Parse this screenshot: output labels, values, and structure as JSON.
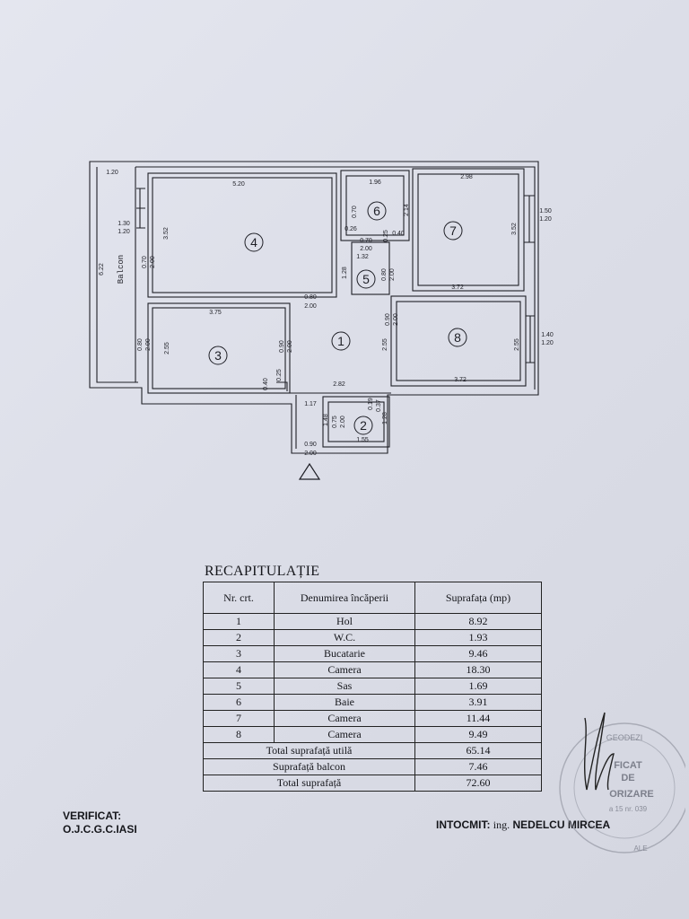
{
  "plan": {
    "rooms": [
      {
        "no": "1"
      },
      {
        "no": "2"
      },
      {
        "no": "3"
      },
      {
        "no": "4"
      },
      {
        "no": "5"
      },
      {
        "no": "6"
      },
      {
        "no": "7"
      },
      {
        "no": "8"
      }
    ],
    "balcony_label": "Balcon",
    "dimensions": {
      "top_left": "1.20",
      "room4_width": "5.20",
      "room4_height": "3.52",
      "window4_a": "1.30",
      "window4_b": "1.20",
      "balcony_length": "6.22",
      "door_bal_a": "0.70",
      "door_bal_b": "2.00",
      "room3_width": "3.75",
      "door3_a": "0.80",
      "door3_b": "2.00",
      "room3_height": "2.55",
      "door4_a": "0.80",
      "door4_b": "2.00",
      "door_k_a": "0.90",
      "door_k_b": "2.00",
      "small_a": "0.40",
      "small_b": "0.25",
      "hall_width": "2.82",
      "corridor": "1.17",
      "room6_width": "1.96",
      "room6_h": "0.70",
      "room6_s": "0.26",
      "room6_r": "2.14",
      "door6_a": "0.70",
      "door6_b": "2.00",
      "sas_w": "1.32",
      "sas_h": "1.28",
      "door6_c": "0.25",
      "door6_d": "0.40",
      "door5_a": "0.80",
      "door5_b": "2.00",
      "room7_width": "2.98",
      "room7_height": "3.52",
      "window7_a": "1.50",
      "window7_b": "1.20",
      "room7_bottom": "3.72",
      "door8_a": "0.90",
      "door8_b": "2.00",
      "room8_left": "2.55",
      "room8_right": "2.55",
      "window8_a": "1.40",
      "window8_b": "1.20",
      "room8_bottom": "3.72",
      "wc_left": "1.48",
      "wc_door_a": "0.75",
      "wc_door_b": "2.00",
      "wc_width": "1.55",
      "wc_right": "1.28",
      "wc_top_a": "0.19",
      "wc_top_b": "0.37",
      "entry_a": "0.90",
      "entry_b": "2.00"
    }
  },
  "recap": {
    "title": "RECAPITULAȚIE",
    "headers": {
      "nr": "Nr. crt.",
      "name": "Denumirea încăperii",
      "area": "Suprafața (mp)"
    },
    "rows": [
      {
        "nr": "1",
        "name": "Hol",
        "area": "8.92"
      },
      {
        "nr": "2",
        "name": "W.C.",
        "area": "1.93"
      },
      {
        "nr": "3",
        "name": "Bucatarie",
        "area": "9.46"
      },
      {
        "nr": "4",
        "name": "Camera",
        "area": "18.30"
      },
      {
        "nr": "5",
        "name": "Sas",
        "area": "1.69"
      },
      {
        "nr": "6",
        "name": "Baie",
        "area": "3.91"
      },
      {
        "nr": "7",
        "name": "Camera",
        "area": "11.44"
      },
      {
        "nr": "8",
        "name": "Camera",
        "area": "9.49"
      }
    ],
    "totals": [
      {
        "label": "Total suprafață utilă",
        "value": "65.14"
      },
      {
        "label": "Suprafață balcon",
        "value": "7.46"
      },
      {
        "label": "Total suprafață",
        "value": "72.60"
      }
    ]
  },
  "footer": {
    "verified_label": "VERIFICAT:",
    "verified_by": "O.J.C.G.C.IASI",
    "made_label": "INTOCMIT:",
    "made_title": "ing.",
    "made_name": "NEDELCU MIRCEA"
  },
  "stamp": {
    "line1": "GEODEZI",
    "line2": "FICAT",
    "line3": "DE",
    "line4": "ORIZARE",
    "line5": "a 15 nr. 039",
    "line6": "ALE"
  },
  "colors": {
    "ink": "#1e1f26",
    "paper": "#dfe1ea"
  }
}
